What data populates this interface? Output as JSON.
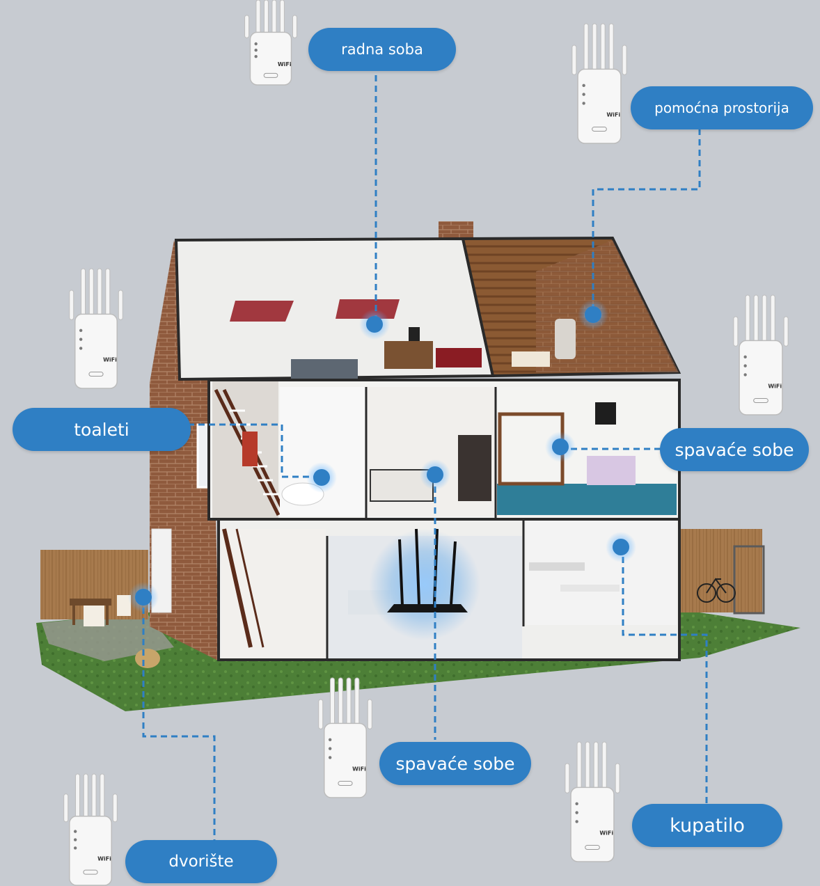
{
  "labels": {
    "office": "radna soba",
    "utility_room": "pomoćna prostorija",
    "toilets": "toaleti",
    "bedrooms_right": "spavaće sobe",
    "bedrooms_bottom": "spavaće sobe",
    "bathroom": "kupatilo",
    "yard": "dvorište"
  },
  "device_badge": "WiFi",
  "colors": {
    "background": "#c7cbd1",
    "label_pill": "#2f7fc4",
    "connector_line": "#2f7fc4",
    "marker": "#2f7fc4"
  },
  "icons": [
    "wifi-extender-icon",
    "wifi-router-icon",
    "location-marker-icon",
    "house-cutaway-illustration"
  ]
}
